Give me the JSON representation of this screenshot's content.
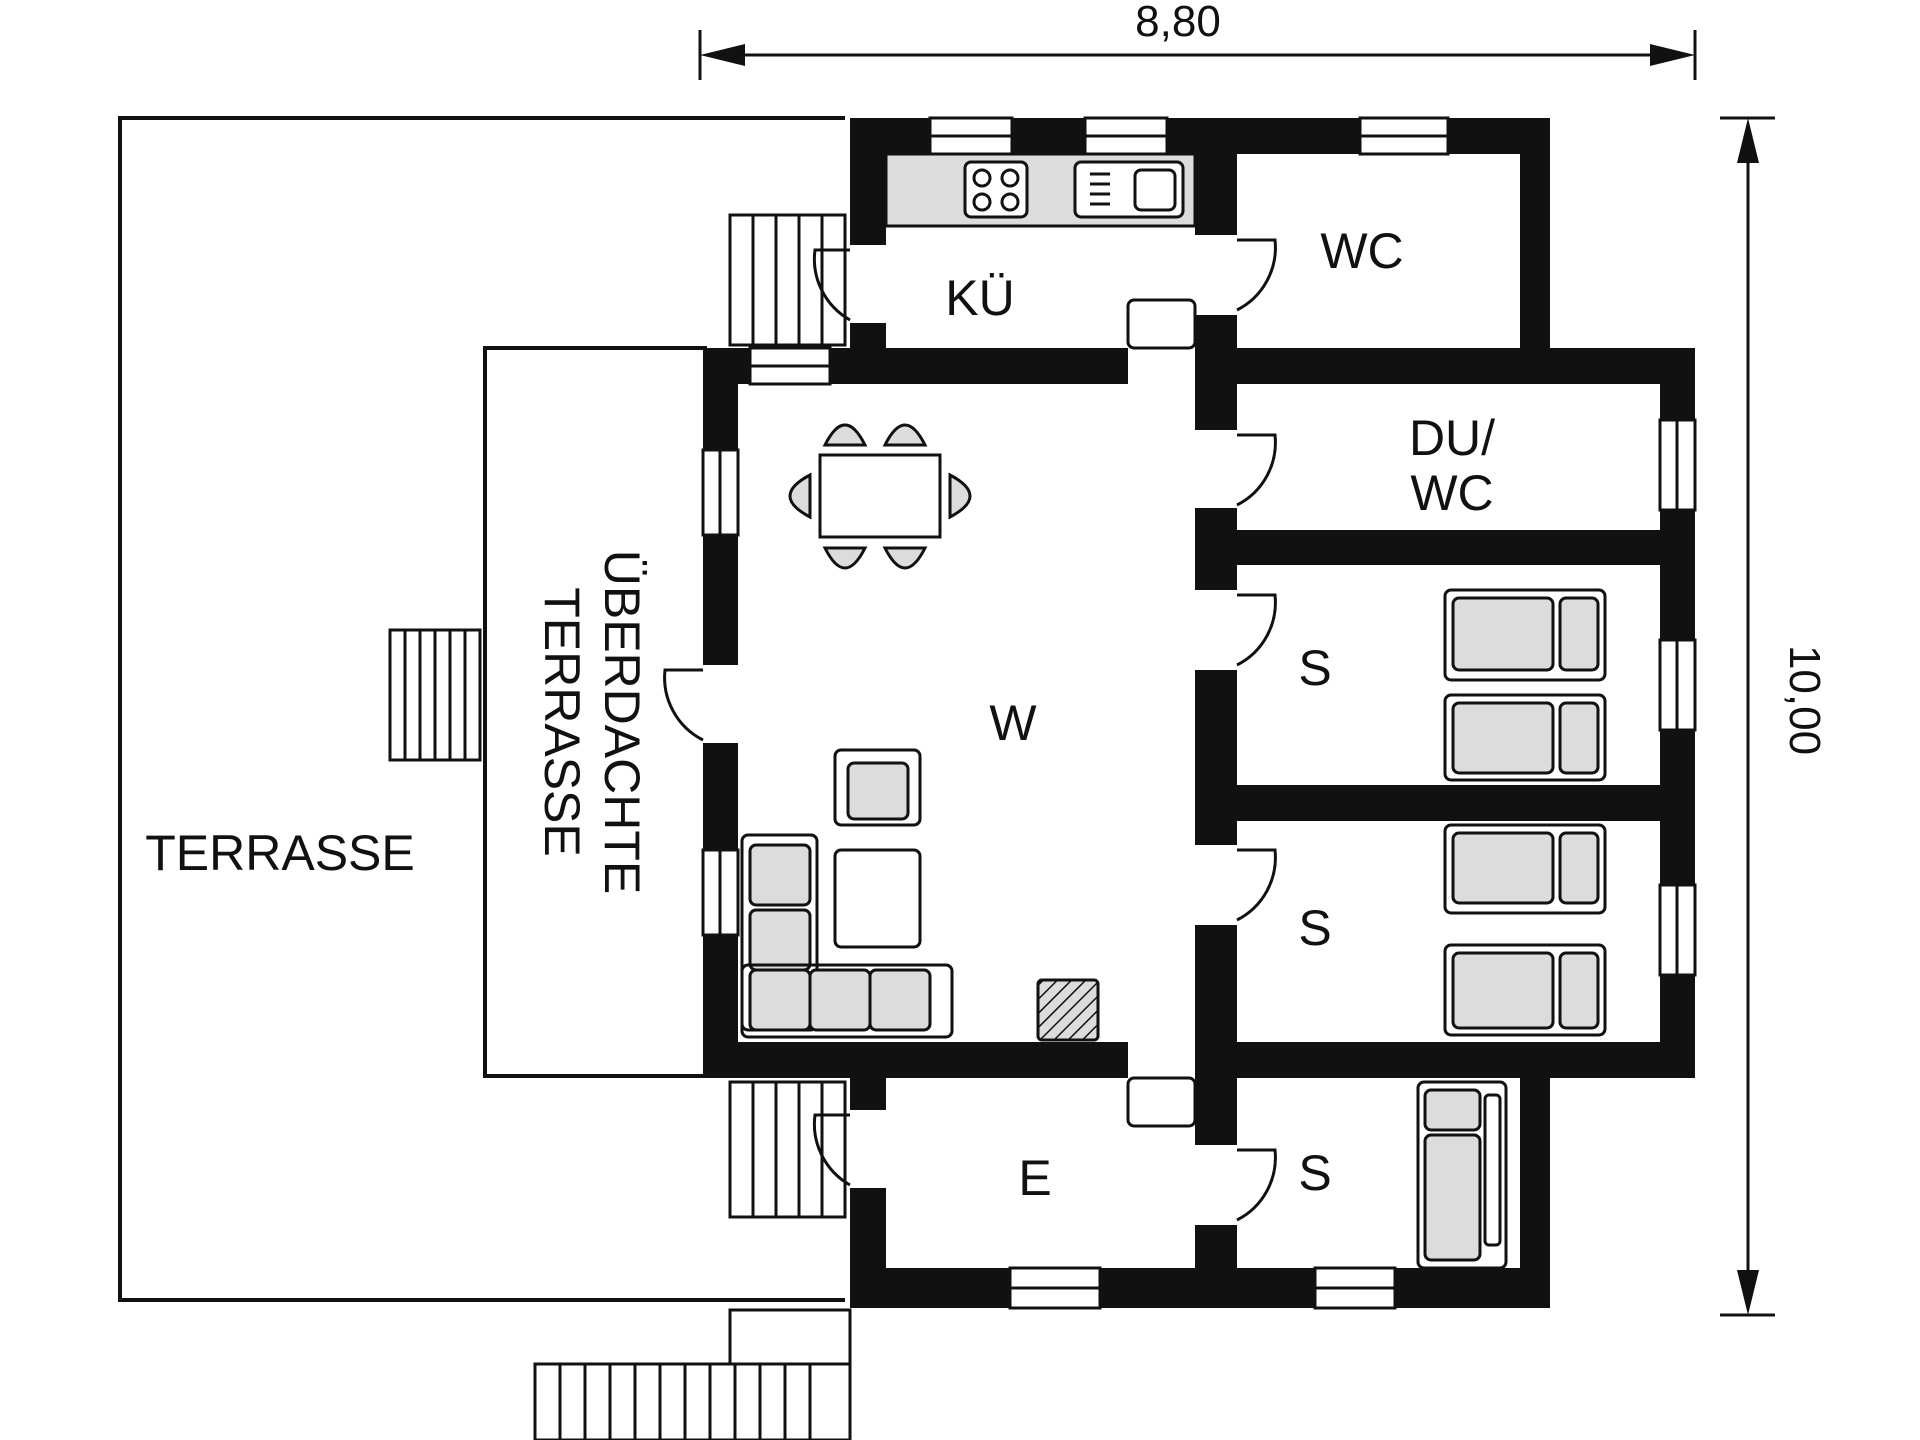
{
  "dimensions": {
    "width": "8,80",
    "height": "10,00"
  },
  "rooms": {
    "terrace": "TERRASSE",
    "covered_terrace_line1": "ÜBERDACHTE",
    "covered_terrace_line2": "TERRASSE",
    "kitchen": "KÜ",
    "wc": "WC",
    "shower_line1": "DU/",
    "shower_line2": "WC",
    "living": "W",
    "bedroom1": "S",
    "bedroom2": "S",
    "bedroom3": "S",
    "entrance": "E"
  },
  "colors": {
    "wall": "#111111",
    "furniture": "#dcdcdc",
    "background": "#ffffff"
  }
}
